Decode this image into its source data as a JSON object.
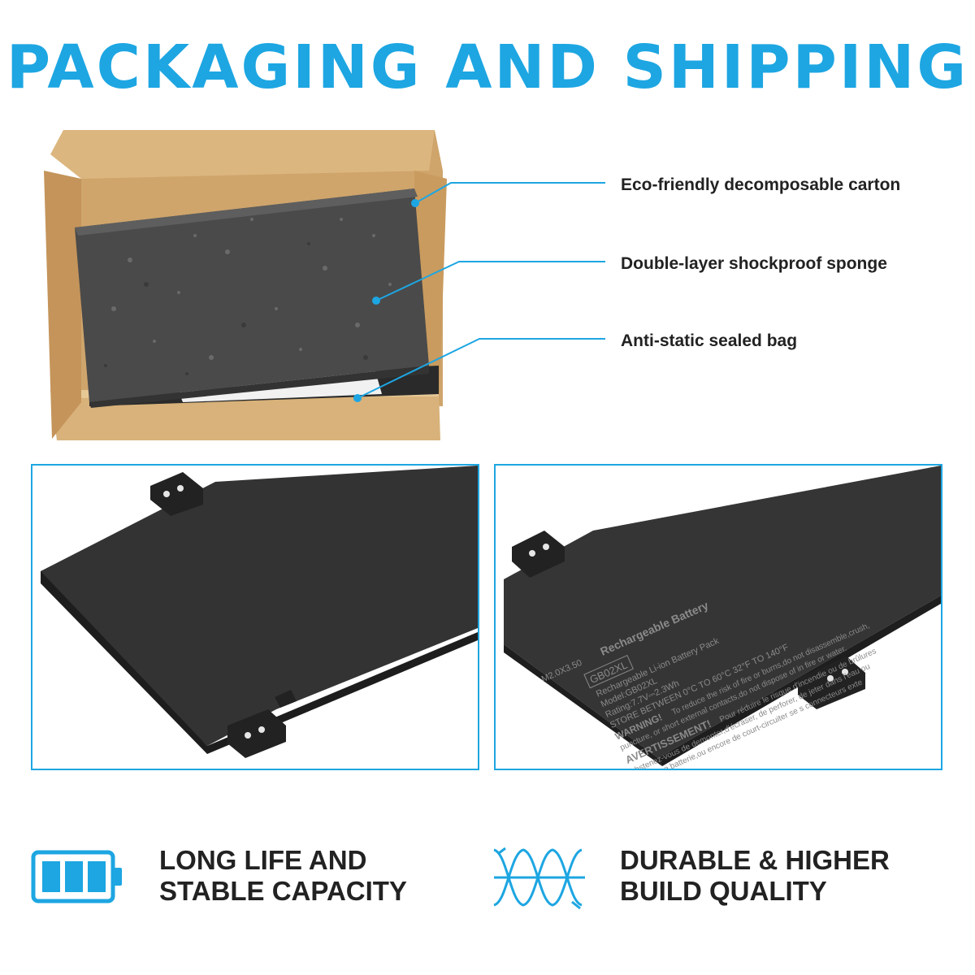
{
  "title": "PACKAGING AND SHIPPING",
  "callouts": [
    {
      "label": "Eco-friendly decomposable carton"
    },
    {
      "label": "Double-layer shockproof sponge"
    },
    {
      "label": "Anti-static sealed bag"
    }
  ],
  "battery_label": {
    "screw": "M2.0X3.50",
    "model_box": "GB02XL",
    "heading": "Rechargeable Battery",
    "line1": "Rechargeable Li-ion Battery Pack",
    "line2": "Model:GB02XL",
    "line3": "Rating:7.7V⎓2.3Wh",
    "line4": "STORE BETWEEN 0°C TO 60°C 32°F TO 140°F",
    "warning": "WARNING!",
    "warning_text": "To reduce the risk of fire or burns,do not disassemble,crush,",
    "warning_text2": "puncture, or short external contacts,do not dispose of in fire or water.",
    "avert": "AVERTISSEMENT!",
    "avert_text": "Pour réduire le risque d'incendie ou de brûlures",
    "avert_text2": "abstenez-vous de demonter,d'écraser, de perforer, de jeter dans l'eau ou",
    "avert_text3": "le feu une batterie,ou encore de court-circuiter se s connecteurs exte"
  },
  "features": [
    {
      "line1": "LONG LIFE AND",
      "line2": "STABLE CAPACITY",
      "icon": "battery-icon"
    },
    {
      "line1": "DURABLE & HIGHER",
      "line2": "BUILD QUALITY",
      "icon": "twisted-wire-icon"
    }
  ],
  "colors": {
    "accent": "#1da6e2",
    "text": "#222222",
    "cardboard": "#d8b27a",
    "foam": "#4a4a4a",
    "battery": "#2f2f2f"
  }
}
